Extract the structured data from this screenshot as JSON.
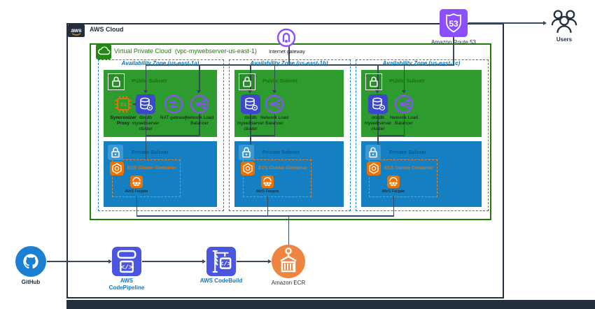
{
  "cloud": {
    "logo": "aws",
    "label": "AWS Cloud"
  },
  "vpc": {
    "label": "Virtual Private Cloud",
    "id": "(vpc-mywebserver-us-east-1)"
  },
  "internet_gateway": {
    "label": "Internet gateway"
  },
  "route53": {
    "label": "Amazon Route 53",
    "badge": "53"
  },
  "users": {
    "label": "Users"
  },
  "proxy": {
    "label": "Syncronizer Proxy",
    "chip": "T3"
  },
  "nat": {
    "label": "NAT gateway"
  },
  "zones": [
    {
      "label": "Availability Zone (us-east-1a)",
      "public_subnet": "Public Subnet",
      "private_subnet": "Private Subnet",
      "db": "docdb mywebserver cluster",
      "nlb": "Network Load Balancer",
      "ecs": "ECS Cluster Container",
      "fargate": "AWS Fargate"
    },
    {
      "label": "Availability Zone (us-east-1b)",
      "public_subnet": "Public Subnet",
      "private_subnet": "Private Subnet",
      "db": "docdb mywebserver cluster",
      "nlb": "Network Load Balancer",
      "ecs": "ECS Cluster Container",
      "fargate": "AWS Fargate"
    },
    {
      "label": "Availability Zone (us-east-1c)",
      "public_subnet": "Public Subnet",
      "private_subnet": "Private Subnet",
      "db": "docdb mywebserver cluster",
      "nlb": "Network Load Balancer",
      "ecs": "ECS Cluster Container",
      "fargate": "AWS Fargate"
    }
  ],
  "cicd": {
    "github": "GitHub",
    "codepipeline": "AWS CodePipeline",
    "codebuild": "AWS CodeBuild",
    "ecr": "Amazon ECR"
  },
  "colors": {
    "dark": "#232F3E",
    "line": "#3B4A5A",
    "vpc_green": "#1D8102",
    "az_blue": "#0073BB",
    "public_green": "#2E9B2E",
    "private_blue": "#1480C2",
    "networking_purple": "#8C4FFF",
    "db_indigo": "#3B48CC",
    "container_orange": "#ED7100",
    "devtools_indigo": "#4A55E0",
    "github_blue": "#1B80D2",
    "ecr_orange": "#EF8440"
  }
}
